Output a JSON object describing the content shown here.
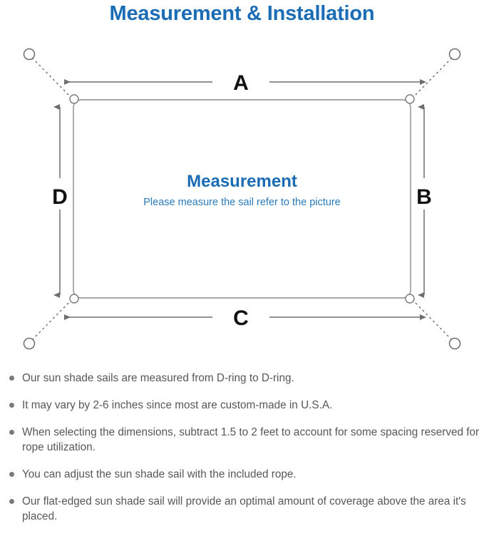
{
  "page": {
    "title": "Measurement & Installation",
    "title_color": "#1a6cb5",
    "background_color": "#ffffff"
  },
  "diagram": {
    "name": "sun-shade-sail-measurement-diagram",
    "sail_label": {
      "heading": "Measurement",
      "subheading": "Please measure the sail refer to the picture",
      "heading_color": "#1a6cb5",
      "subheading_color": "#2b7ab8"
    },
    "line_color": "#6e6e6e",
    "sail_edge_color": "#7a7a7a",
    "dimension_labels": {
      "top": "A",
      "right": "B",
      "bottom": "C",
      "left": "D"
    },
    "anchor_points": [
      {
        "name": "anchor-top-left",
        "label": ""
      },
      {
        "name": "anchor-top-right",
        "label": ""
      },
      {
        "name": "anchor-bottom-left",
        "label": ""
      },
      {
        "name": "anchor-bottom-right",
        "label": ""
      }
    ],
    "d_rings": [
      {
        "name": "d-ring-top-left"
      },
      {
        "name": "d-ring-top-right"
      },
      {
        "name": "d-ring-bottom-left"
      },
      {
        "name": "d-ring-bottom-right"
      }
    ]
  },
  "notes": {
    "bullet_color": "#7a7a7a",
    "text_color": "#575757",
    "items": [
      "Our sun shade sails are measured from D-ring to D-ring.",
      "It may vary by 2-6 inches since most are custom-made in U.S.A.",
      "When selecting the dimensions, subtract 1.5 to 2 feet to account for some spacing reserved for rope utilization.",
      "You can adjust the sun shade sail with the included rope.",
      "Our flat-edged sun shade sail will provide an optimal amount of coverage above the area it′s placed."
    ]
  }
}
